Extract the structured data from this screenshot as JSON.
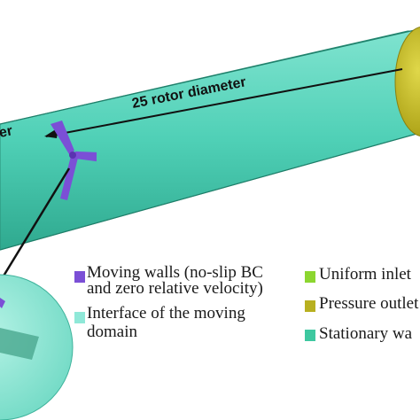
{
  "diagram": {
    "dimension_main": "25 rotor diameter",
    "dimension_left_partial": "er"
  },
  "legend": {
    "moving_walls": {
      "line1": "Moving walls (no-slip BC",
      "line2": "and zero relative velocity)",
      "color": "#7b4fd6"
    },
    "interface": {
      "line1": "Interface of the moving",
      "line2": "domain",
      "color": "#8fe8d8"
    },
    "uniform_inlet": {
      "label": "Uniform inlet",
      "color": "#8cd630"
    },
    "pressure_outlet": {
      "label": "Pressure outlet",
      "color": "#b8b020"
    },
    "stationary_walls": {
      "label": "Stationary wa",
      "color": "#3ec8a0"
    }
  }
}
